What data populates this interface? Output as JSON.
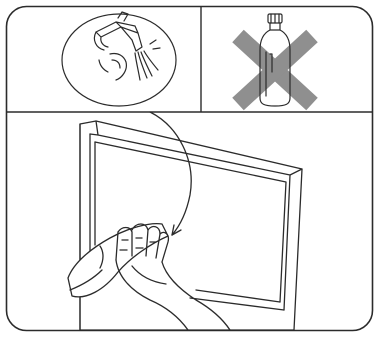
{
  "figure": {
    "panels": [
      {
        "name": "faucet-panel",
        "depicts": "water-faucet-icon"
      },
      {
        "name": "spray-bottle-panel",
        "depicts": "spray-bottle-crossed-icon"
      },
      {
        "name": "monitor-wiping-panel",
        "depicts": "hand-wiping-screen-icon"
      }
    ],
    "colors": {
      "line": "#2b2b2b",
      "prohibition_mark": "#8f8f8f",
      "background": "#ffffff"
    }
  }
}
